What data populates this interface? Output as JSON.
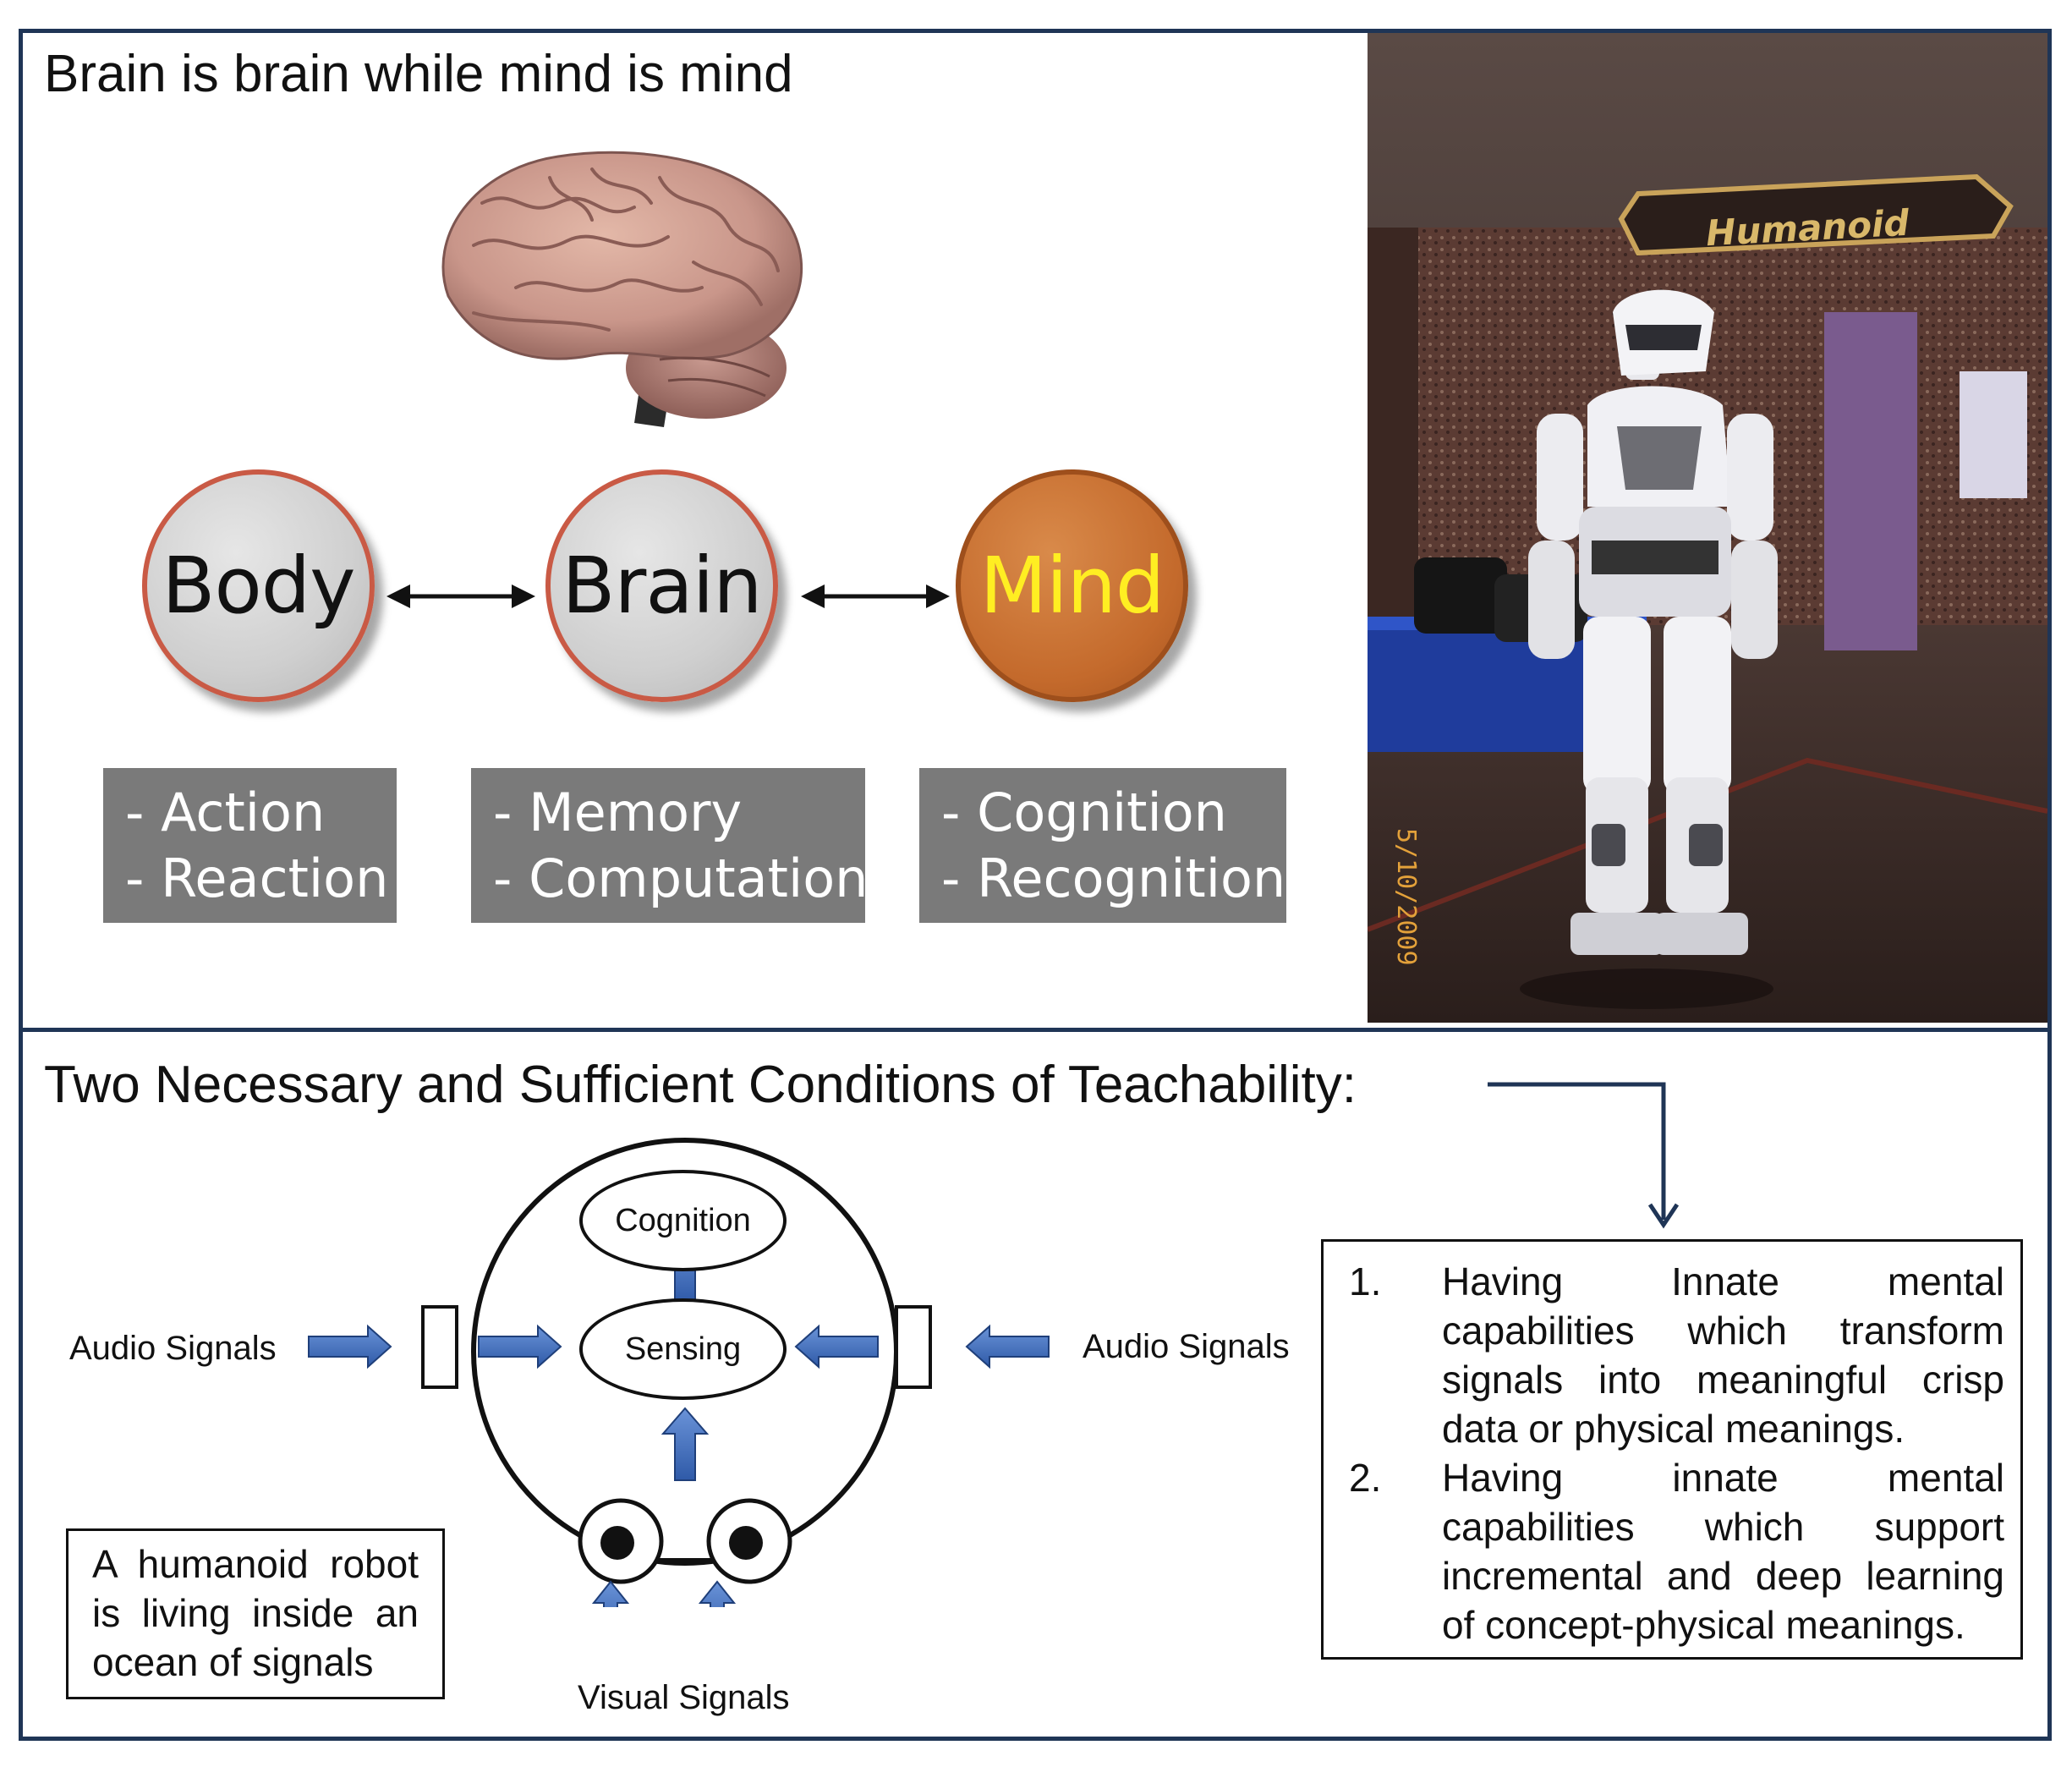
{
  "top_panel": {
    "title": "Brain is brain while mind is mind",
    "circles": [
      {
        "label": "Body"
      },
      {
        "label": "Brain"
      },
      {
        "label": "Mind"
      }
    ],
    "boxes": [
      {
        "line1": "- Action",
        "line2": "- Reaction"
      },
      {
        "line1": "- Memory",
        "line2": "- Computation"
      },
      {
        "line1": "- Cognition",
        "line2": "- Recognition"
      }
    ],
    "colors": {
      "grey_circle": "#cfcfcf",
      "mind_circle": "#c46a2c",
      "mind_text": "#ffee22",
      "box": "#7a7a7a"
    }
  },
  "photo": {
    "sign_text": "Humanoid",
    "date_stamp": "5/10/2009"
  },
  "bottom_panel": {
    "title": "Two Necessary and Sufficient Conditions of Teachability:",
    "diagram": {
      "cognition": "Cognition",
      "sensing": "Sensing",
      "audio_left": "Audio Signals",
      "audio_right": "Audio Signals",
      "visual": "Visual Signals"
    },
    "note": "A humanoid robot is living inside an ocean of signals",
    "conditions": [
      {
        "num": "1.",
        "text": "Having Innate mental capabilities which transform signals into meaningful crisp data or physical meanings."
      },
      {
        "num": "2.",
        "text": "Having innate mental capabilities which support incremental and deep learning of concept-physical meanings."
      }
    ],
    "colors": {
      "arrow_fill": "#4472c4",
      "connector": "#1f3556"
    }
  }
}
